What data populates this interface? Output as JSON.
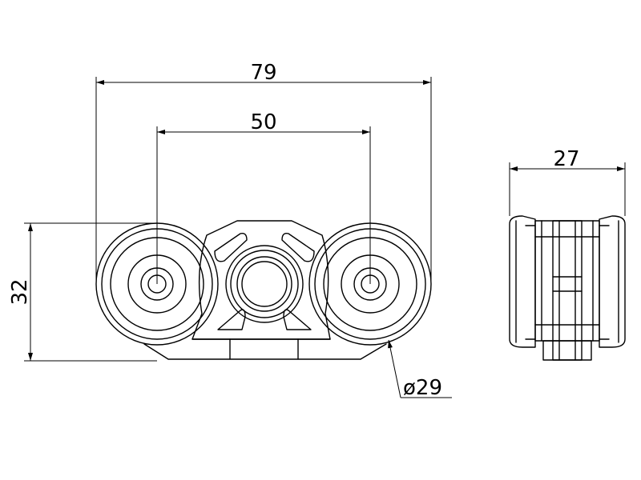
{
  "drawing": {
    "dimensions": {
      "overall_width": "79",
      "wheel_spacing": "50",
      "height": "32",
      "depth": "27",
      "wheel_diameter": "ø29"
    }
  }
}
